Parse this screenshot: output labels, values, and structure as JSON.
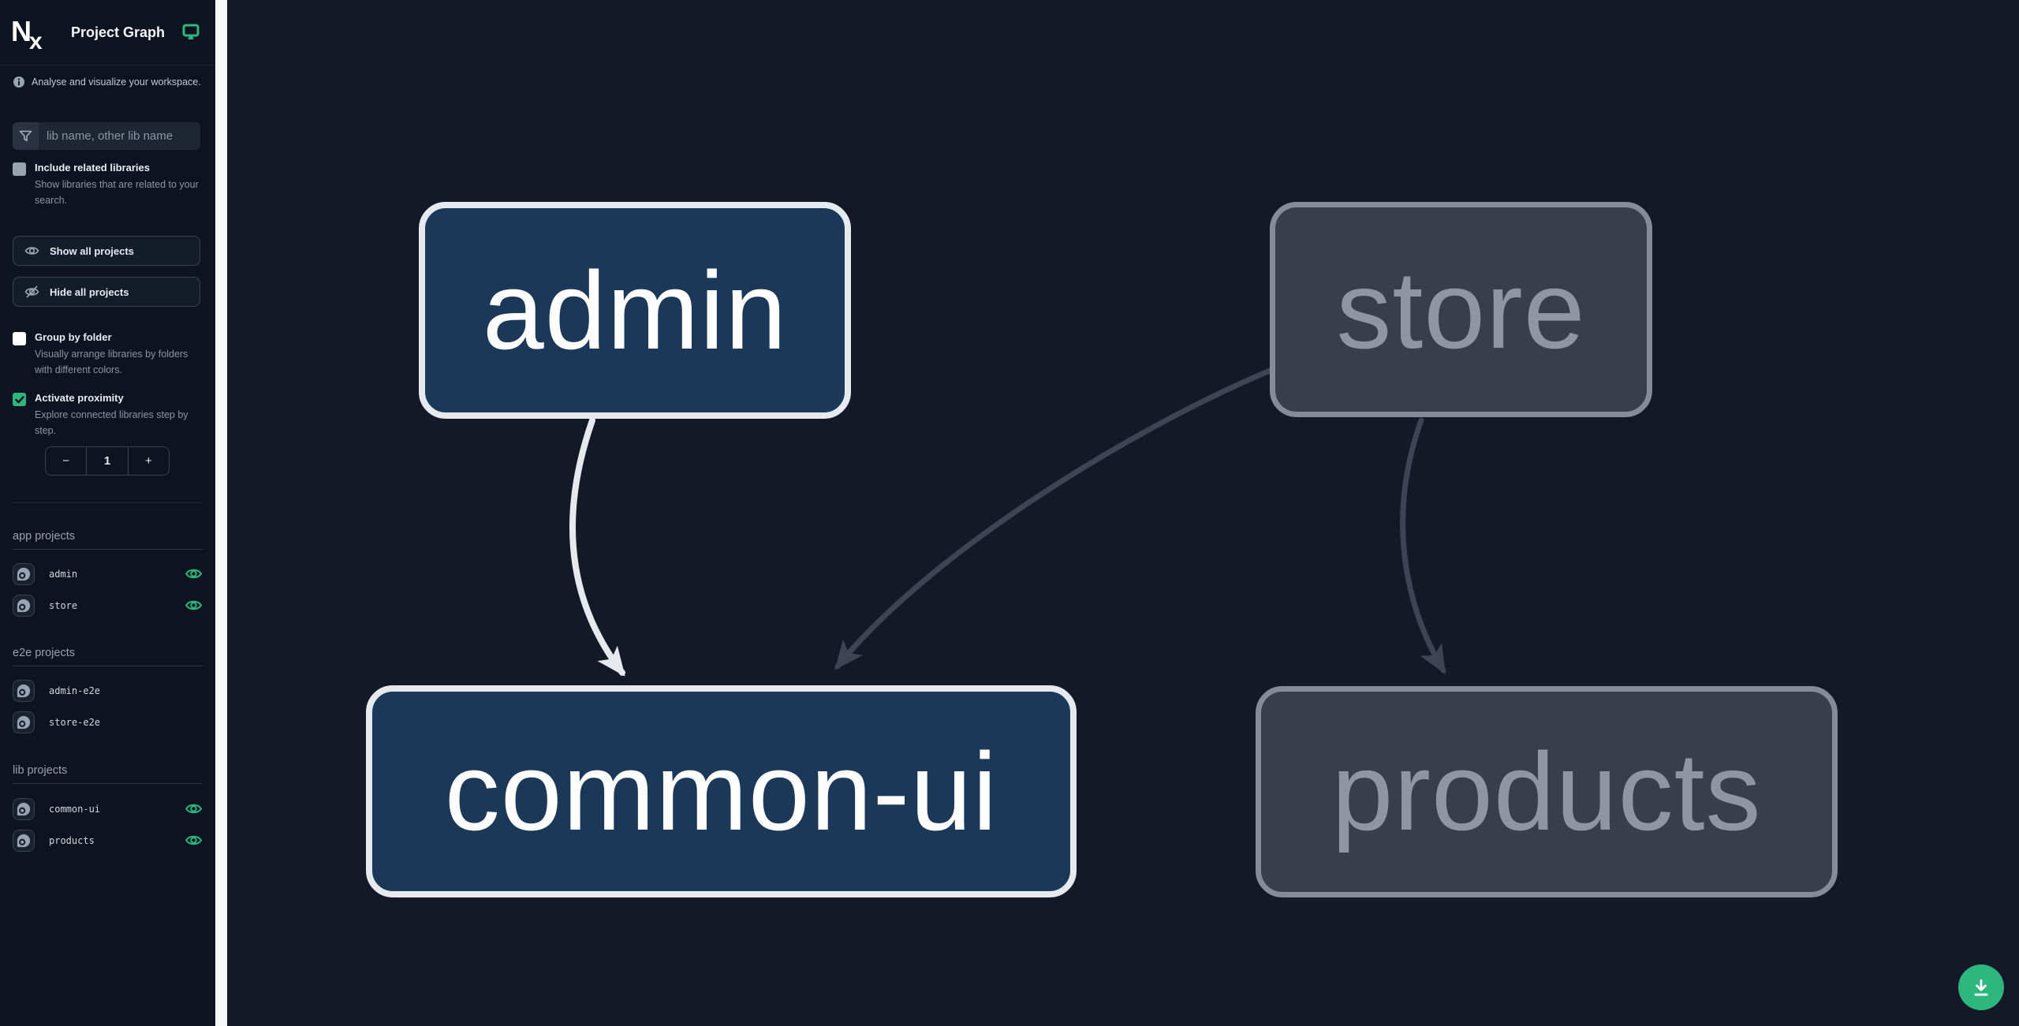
{
  "header": {
    "title": "Project Graph"
  },
  "sidebar": {
    "tagline": "Analyse and visualize your workspace.",
    "search": {
      "placeholder": "lib name, other lib name"
    },
    "options": [
      {
        "label": "Include related libraries",
        "description": "Show libraries that are related to your search.",
        "checked": false
      },
      {
        "label": "Group by folder",
        "description": "Visually arrange libraries by folders with different colors.",
        "checked": false
      },
      {
        "label": "Activate proximity",
        "description": "Explore connected libraries step by step.",
        "checked": true
      }
    ],
    "actions": [
      {
        "label": "Show all projects",
        "icon": "eye-icon"
      },
      {
        "label": "Hide all projects",
        "icon": "eye-off-icon"
      }
    ],
    "proximity": {
      "decrement": "−",
      "value": "1",
      "increment": "+"
    },
    "sections": [
      {
        "heading": "app projects",
        "items": [
          {
            "name": "admin",
            "visible": true
          },
          {
            "name": "store",
            "visible": true
          }
        ]
      },
      {
        "heading": "e2e projects",
        "items": [
          {
            "name": "admin-e2e",
            "visible": false
          },
          {
            "name": "store-e2e",
            "visible": false
          }
        ]
      },
      {
        "heading": "lib projects",
        "items": [
          {
            "name": "common-ui",
            "visible": true
          },
          {
            "name": "products",
            "visible": true
          }
        ]
      }
    ]
  },
  "graph": {
    "nodes": [
      {
        "label": "admin",
        "state": "focused"
      },
      {
        "label": "store",
        "state": "dimmed"
      },
      {
        "label": "common-ui",
        "state": "focused"
      },
      {
        "label": "products",
        "state": "dimmed"
      }
    ],
    "edges": [
      {
        "from": "admin",
        "to": "common-ui",
        "style": "highlighted"
      },
      {
        "from": "store",
        "to": "common-ui",
        "style": "dimmed"
      },
      {
        "from": "store",
        "to": "products",
        "style": "dimmed"
      }
    ]
  },
  "fab": {
    "icon": "download"
  },
  "colors": {
    "accent_green": "#2eb67f",
    "canvas_bg": "#141927",
    "sidebar_bg": "#0e1320",
    "node_focused_fill": "#1b3859",
    "node_focused_border": "#e6e9ee",
    "node_dimmed_fill": "#383e4b",
    "node_dimmed_border": "#858b97",
    "edge_highlighted": "#e6e9ee",
    "edge_dimmed": "#3e4453"
  }
}
